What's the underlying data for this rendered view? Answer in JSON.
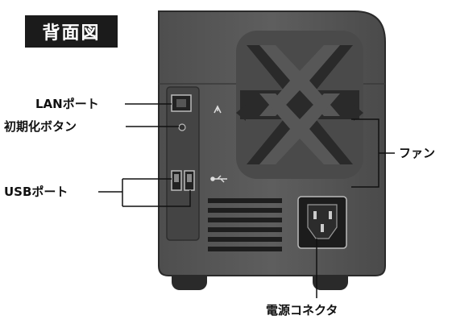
{
  "title": "背面図",
  "labels": {
    "lan_port": "LANポート",
    "reset_button": "初期化ボタン",
    "usb_port": "USBポート",
    "fan": "ファン",
    "power_connector": "電源コネクタ"
  },
  "colors": {
    "body": "#5a5a5a",
    "body_dark": "#3f3f3f",
    "panel": "#494949",
    "line": "#111111",
    "badge_bg": "#1b1b1b",
    "badge_text": "#ffffff"
  }
}
